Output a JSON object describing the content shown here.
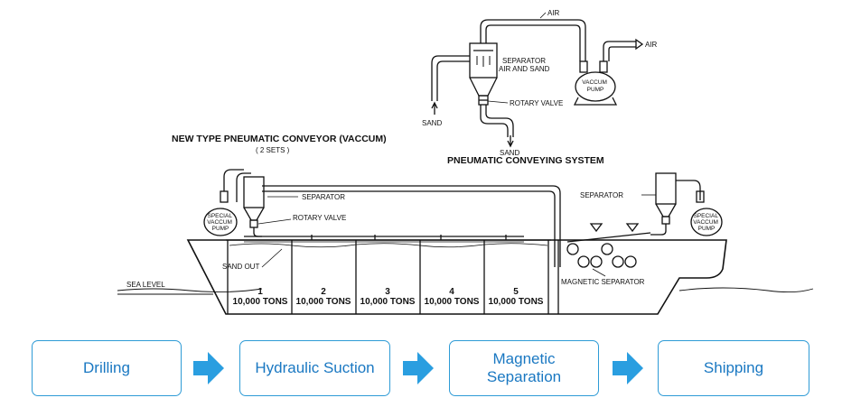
{
  "diagram": {
    "pneumatic_system": {
      "air_top": "AIR",
      "air_out": "AIR",
      "separator": "SEPARATOR\nAIR AND SAND",
      "vacuum_pump": "VACCUM\nPUMP",
      "rotary_valve": "ROTARY VALVE",
      "sand_in": "SAND",
      "sand_out": "SAND",
      "title": "PNEUMATIC CONVEYING SYSTEM"
    },
    "conveyor_title": "NEW TYPE PNEUMATIC CONVEYOR (VACCUM)",
    "conveyor_subtitle": "( 2 SETS )",
    "ship": {
      "separator_left": "SEPARATOR",
      "rotary_valve": "ROTARY VALVE",
      "special_pump_left": "SPECIAL\nVACCUM\nPUMP",
      "special_pump_right": "SPECIAL\nVACCUM\nPUMP",
      "sand_out": "SAND OUT",
      "sea_level": "SEA LEVEL",
      "separator_right": "SEPARATOR",
      "magnetic_separator": "MAGNETIC SEPARATOR",
      "holds": [
        {
          "number": "1",
          "capacity": "10,000 TONS"
        },
        {
          "number": "2",
          "capacity": "10,000 TONS"
        },
        {
          "number": "3",
          "capacity": "10,000 TONS"
        },
        {
          "number": "4",
          "capacity": "10,000 TONS"
        },
        {
          "number": "5",
          "capacity": "10,000 TONS"
        }
      ]
    }
  },
  "process": {
    "steps": [
      {
        "label": "Drilling"
      },
      {
        "label": "Hydraulic Suction"
      },
      {
        "label": "Magnetic\nSeparation"
      },
      {
        "label": "Shipping"
      }
    ],
    "color_box": "#2e9bd6",
    "color_arrow": "#2a9ee0"
  }
}
